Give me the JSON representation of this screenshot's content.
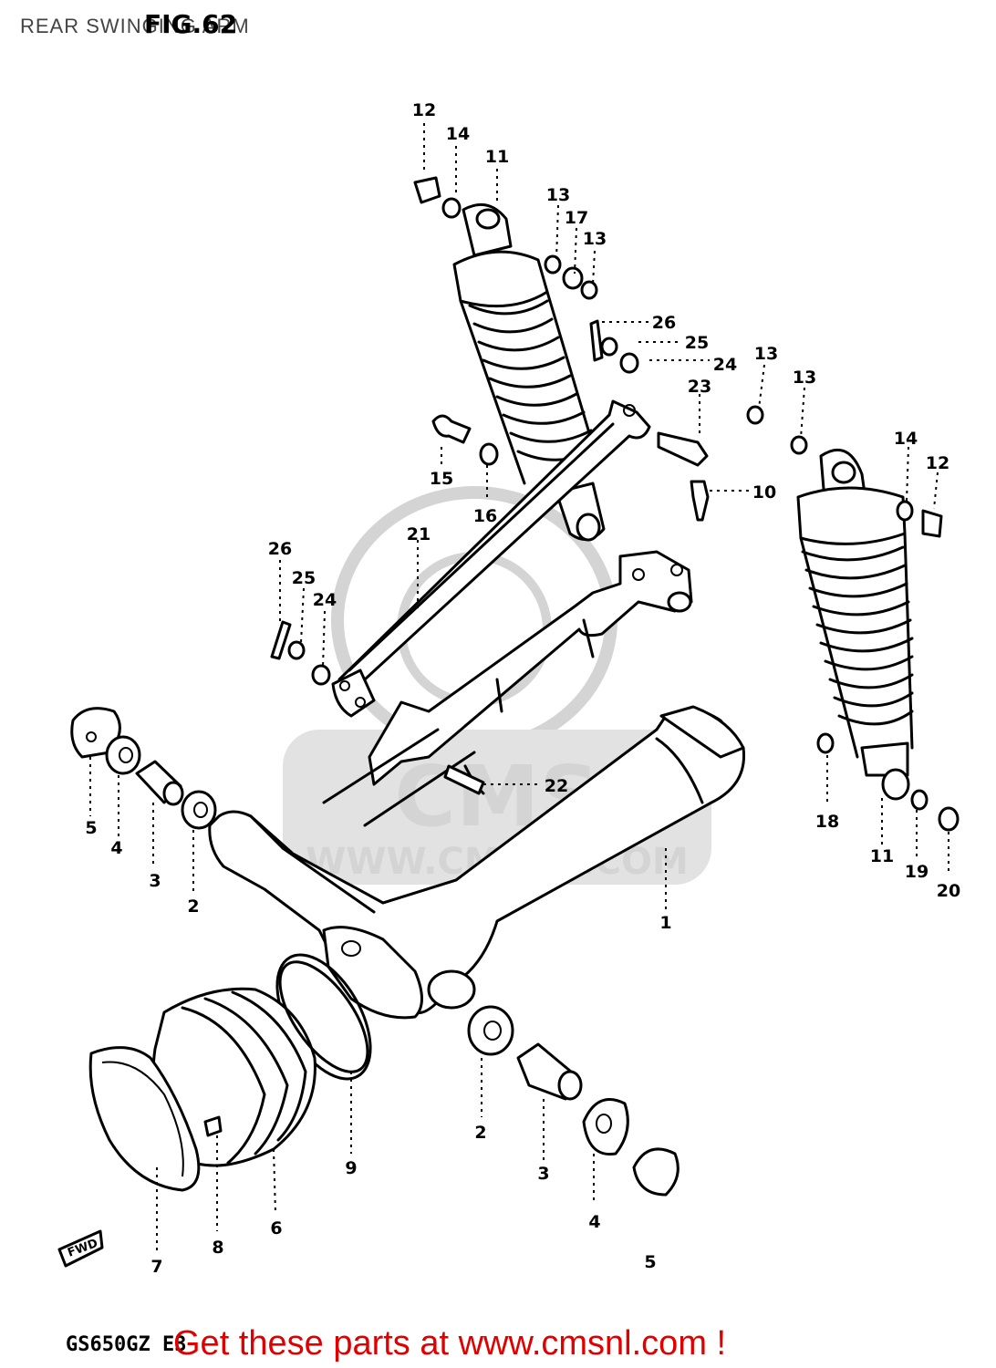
{
  "header": {
    "title": "REAR SWINGING ARM",
    "figure": "FIG.62"
  },
  "footer": {
    "model": "GS650GZ E3",
    "cta": "Get these parts at www.cmsnl.com !"
  },
  "watermark": {
    "brand": "CMS",
    "url": "WWW.CMSNL.COM",
    "color": "#d4d4d4"
  },
  "direction_tag": "FWD",
  "callouts": {
    "c1": "1",
    "c2a": "2",
    "c2b": "2",
    "c3a": "3",
    "c3b": "3",
    "c4a": "4",
    "c4b": "4",
    "c5a": "5",
    "c5b": "5",
    "c6": "6",
    "c7": "7",
    "c8": "8",
    "c9": "9",
    "c10": "10",
    "c11a": "11",
    "c11b": "11",
    "c12a": "12",
    "c12b": "12",
    "c13a": "13",
    "c13b": "13",
    "c13c": "13",
    "c13d": "13",
    "c14a": "14",
    "c14b": "14",
    "c15": "15",
    "c16": "16",
    "c17": "17",
    "c18": "18",
    "c19": "19",
    "c20": "20",
    "c21": "21",
    "c22": "22",
    "c23": "23",
    "c24a": "24",
    "c24b": "24",
    "c25a": "25",
    "c25b": "25",
    "c26a": "26",
    "c26b": "26"
  },
  "colors": {
    "cta": "#e00000",
    "ink": "#000000"
  }
}
